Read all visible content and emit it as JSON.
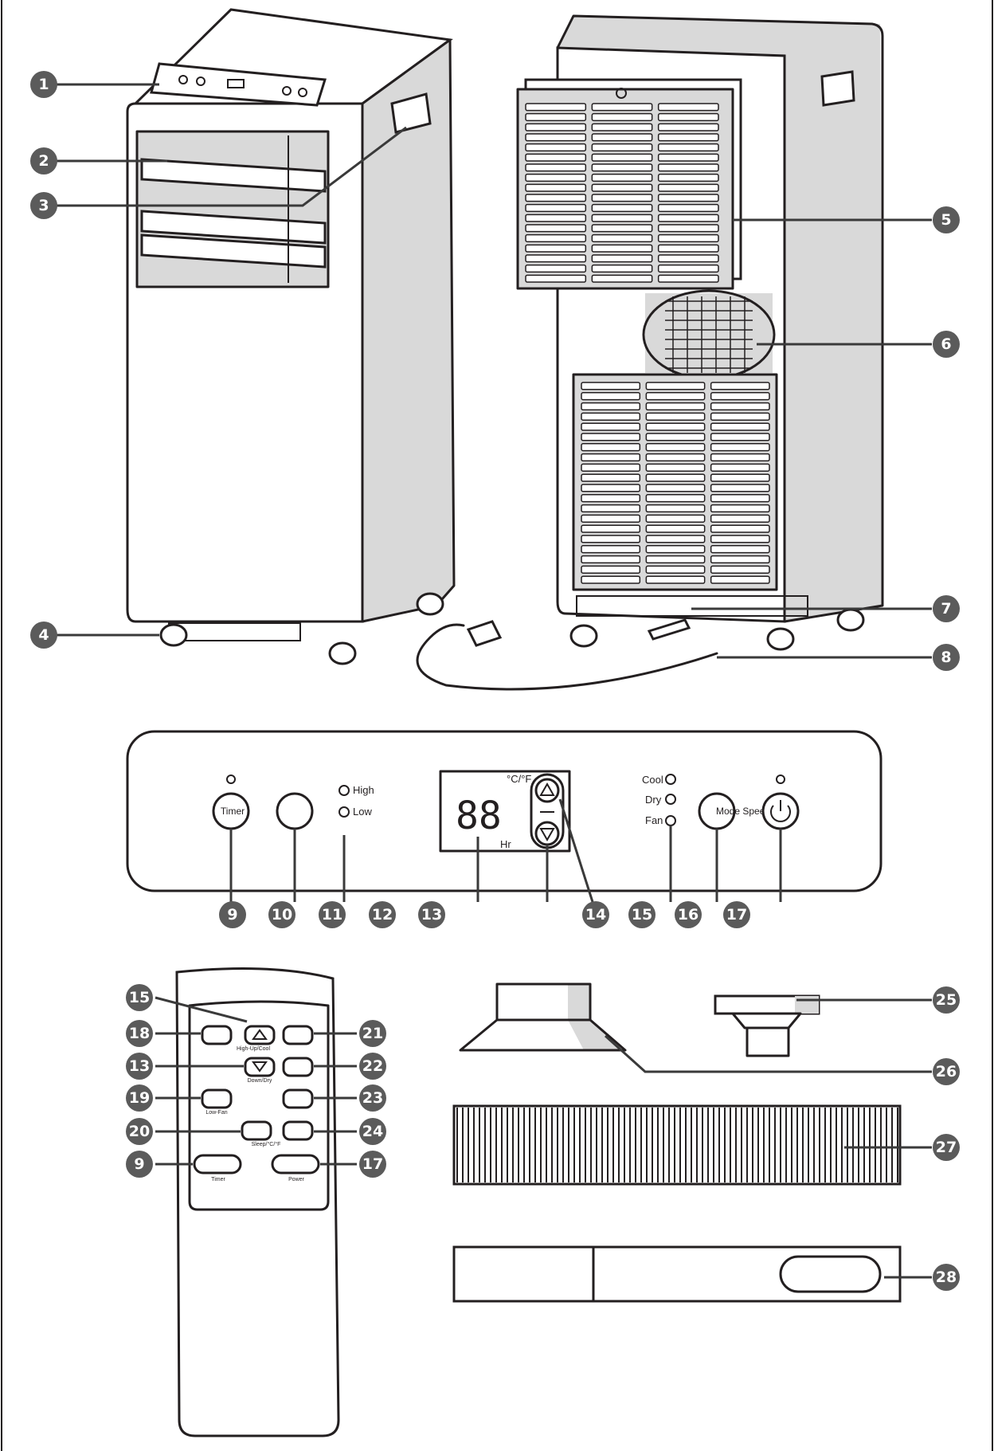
{
  "panel": {
    "timer_label": "Timer",
    "high_label": "High",
    "low_label": "Low",
    "unit_label": "°C/°F",
    "display_digits": "88",
    "hr_label": "Hr",
    "cool_label": "Cool",
    "dry_label": "Dry",
    "fan_label": "Fan",
    "mode_speed_label": "Mode Speed"
  },
  "remote": {
    "high_up_cool": "High-Up/Cool",
    "down_dry": "Down/Dry",
    "low_fan": "Low-Fan",
    "sleep_cf": "Sleep/°C/°F",
    "timer": "Timer",
    "power": "Power"
  },
  "callouts": {
    "c1": "1",
    "c2": "2",
    "c3": "3",
    "c4": "4",
    "c5": "5",
    "c6": "6",
    "c7": "7",
    "c8": "8",
    "c9": "9",
    "c10": "10",
    "c11": "11",
    "c12": "12",
    "c13": "13",
    "c14": "14",
    "c15": "15",
    "c16": "16",
    "c17": "17",
    "c15r": "15",
    "c18": "18",
    "c21": "21",
    "c13r": "13",
    "c22": "22",
    "c19": "19",
    "c23": "23",
    "c20": "20",
    "c24": "24",
    "c9r": "9",
    "c17r": "17",
    "c25": "25",
    "c26": "26",
    "c27": "27",
    "c28": "28"
  },
  "icons": {
    "power": "power-icon",
    "up": "triangle-up-icon",
    "down": "triangle-down-icon"
  }
}
